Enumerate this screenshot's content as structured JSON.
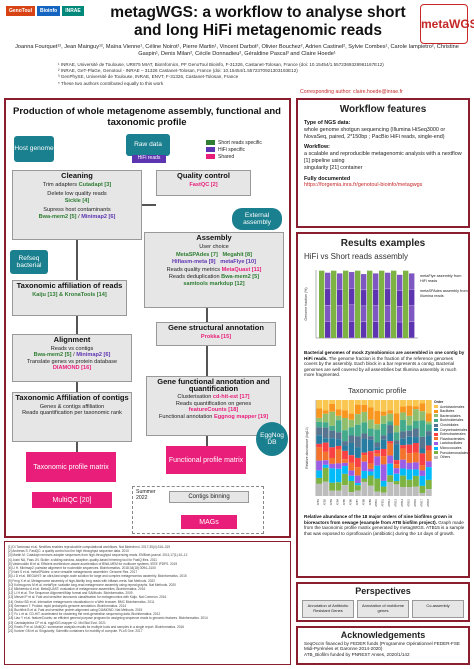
{
  "header": {
    "logos": [
      {
        "text": "GenoToul",
        "color": "#d84315"
      },
      {
        "text": "Bioinfo",
        "color": "#1565c0"
      },
      {
        "text": "INRAE",
        "color": "#00897b"
      }
    ],
    "title": "metagWGS: a workflow to analyse short and long HiFi metagenomic reads",
    "side_logo": "metaWGS",
    "authors": "Joanna Fourquet¹², Jean Mainguy¹², Maïna Vienne¹, Céline Noirot¹, Pierre Martin¹, Vincent Darbot², Olivier Bouchez², Adrien Castinel², Sylvie Combes¹, Carole Iampietro², Christine Gaspin¹, Denis Milan², Cécile Donnadieu², Géraldine Pascal³ and Claire Hoede¹",
    "affiliations": [
      "¹ INRAE, Université de Toulouse, UR875 MIAT, BioInfomics, PF GenoToul Bioinfo, F-31326, Castanet-Tolosan, France (doi: 10.15454/1.5572369328961167E12)",
      "² INRAE, GeT-PlaGe, Genotoul - INRAE – 31326 Castanet-Tolosan, France (doi: 10.15454/1.5572370921303193E12)",
      "³ GenPhySE, Université de Toulouse, INRAE, ENVT, F-31326, Castanet-Tolosan, France",
      "* These two authors contributed equally to this work"
    ],
    "corresponding": "Corresponding author: claire.hoede@inrae.fr"
  },
  "workflow_panel": {
    "title": "Production of whole metagenome assembly, functional and taxonomic profile",
    "legend": [
      {
        "label": "Short reads specific",
        "color": "#2e7d32"
      },
      {
        "label": "HiFi specific",
        "color": "#5e35b1"
      },
      {
        "label": "Shared",
        "color": "#e91e7a"
      }
    ],
    "callouts": {
      "host_genome": "Host genome",
      "raw_data": "Raw data",
      "hifi_reads": "HiFi reads",
      "refseq": "Refseq bacterial",
      "external_assembly": "External assembly",
      "eggnog": "EggNog DB"
    },
    "cleaning": {
      "title": "Cleaning",
      "l1": "Trim adapters",
      "l1_tool": "Cutadapt [3]",
      "l2": "Delete low quality reads",
      "l2_tool": "Sickle [4]",
      "l3": "Supress host contaminants",
      "l3_tool_a": "Bwa-mem2 [5]",
      "l3_sep": " / ",
      "l3_tool_b": "Minimap2 [6]"
    },
    "qc": {
      "title": "Quality control",
      "tool": "FastQC [2]"
    },
    "assembly": {
      "title": "Assembly",
      "choice": "User choice",
      "tool_a": "MetaSPAdes [7]",
      "tool_b": "Megahit [8]",
      "tool_c": "Hifiasm-meta [9]",
      "tool_d": "metaFlye [10]",
      "l2": "Reads quality metrics",
      "l2_tool": "MetaQuast [11]",
      "l3": "Reads deduplication",
      "l3_tool": "Bwa-mem2 [5]",
      "l4_tool": "samtools markdup [12]"
    },
    "taxo_reads": {
      "title": "Taxonomic affiliation of reads",
      "tool": "Kaiju [13] & KronaTools [14]"
    },
    "gene_struct": {
      "title": "Gene structural annotation",
      "tool": "Prokka [15]"
    },
    "alignment": {
      "title": "Alignment",
      "l1": "Reads vs contigs",
      "l1_tool_a": "Bwa-mem2 [5]",
      "l1_sep": " / ",
      "l1_tool_b": "Minimap2 [6]",
      "l2": "Translate genes vs protein database",
      "l2_tool": "DIAMOND [16]"
    },
    "gene_func": {
      "title": "Gene functional annotation and quantification",
      "l1": "Clusterisation",
      "l1_tool": "cd-hit-est [17]",
      "l2": "Reads quantification on genes",
      "l2_tool": "featureCounts [18]",
      "l3": "Functional annotation",
      "l3_tool": "Eggnog mapper [19]"
    },
    "taxo_contigs": {
      "title": "Taxonomic Affiliation of contigs",
      "l1": "Genes & contigs affiliation",
      "l2": "Reads quantification per taxonomic rank"
    },
    "taxo_matrix": "Taxonomic profile matrix",
    "func_matrix": "Functional profile matrix",
    "multiqc": "MultiQC [20]",
    "summer": "Summer 2022",
    "binning": "Contigs binning",
    "mags": "MAGs"
  },
  "features_panel": {
    "title": "Workflow features",
    "ngs_label": "Type of NGS data:",
    "ngs_text": "whole genome shotgun sequencing (Illumina HiSeq3000 or NovaSeq, paired, 2*150bp ; PacBio HiFi reads, single-end)",
    "workflow_label": "Workflow:",
    "workflow_lines": [
      "a scalable and reproducible metagenomic analysis with a nextflow [1] pipeline using",
      "singularity [21] container"
    ],
    "doc_label": "Fully documented",
    "doc_url": "https://forgemia.inra.fr/genotoul-bioinfo/metagwgs"
  },
  "results_panel": {
    "title": "Results examples",
    "chart1_title": "HiFi vs Short reads assembly",
    "chart1_legend": [
      "metaFlye assembly from HiFi reads",
      "metaSPAdes assembly from Illumina reads"
    ],
    "chart1_ylabel": "Genome fraction (%)",
    "caption1_bold": "Bacterial genomes of mock Zymobiomics are assembled in one contig by HiFi reads.",
    "caption1_rest": " The genome fraction is the fraction of the reference genomes covers by the assembly. Each block in a bar represents a contig. Bacterial genomes are well covered by all assemblies but Illumina assembly is much more fragmented.",
    "chart2_title": "Taxonomic profile",
    "chart2_ylabel": "Relative abundance (log10)",
    "chart2_legend_title": "Order",
    "chart2_orders": [
      "Acetobacterales",
      "Bacillales",
      "Bacteroidales",
      "Burkholderiales",
      "Clostridiales",
      "Corynebacteriales",
      "Enterobacterales",
      "Flavobacteriales",
      "Lactobacillales",
      "Micrococcales",
      "Pseudomonadales",
      "Others"
    ],
    "chart2_colors": [
      "#f9c74f",
      "#f8961e",
      "#90be6d",
      "#43aa8b",
      "#577590",
      "#277da1",
      "#f94144",
      "#f3722c",
      "#9b5de5",
      "#00bbf9",
      "#7cb342",
      "#bdbdbd"
    ],
    "caption2_bold": "Relative abundance of the 18 major orders of nine biofilms grown in bioreactors from sewage (example from ATB biofilm project).",
    "caption2_rest": " Graph made from the taxonomic profile matrix generated by metagWGS. ATB15 is a sample that was exposed to ciprofloxacin (antibiotic) during the 14 days of growth."
  },
  "perspectives_panel": {
    "title": "Perspectives",
    "items": [
      "Annotation of Antibiotic Resistant Genes",
      "Annotation of mobilome genes",
      "Co-assembly"
    ]
  },
  "ack_panel": {
    "title": "Acknowledgements",
    "lines": [
      "SeqOccIn financed by FEDER funds (Programme Opérationnel FEDER-FSE Midi-Pyrénées et Garonne 2014-2020)",
      "ATB_Biofilm funded by PNREST Anses, 2020/1/142"
    ]
  },
  "references": [
    "[1] Di Tommaso et al. Nextflow enables reproducible computational workflows. Nat Biotechnol. 2017;35(4):316–319",
    "[2] Andrews S. FastQC: a quality control tool for high throughput sequence data. 2010",
    "[3] Martin M. Cutadapt removes adapter sequences from high-throughput sequencing reads. EMBnet.journal. 2011;17(1):10–12",
    "[4] Joshi NA, Fass JN. Sickle: a sliding-window, adaptive, quality-based trimming tool for FastQ files. 2011",
    "[5] Vasimuddin M et al. Efficient architecture-aware acceleration of BWA-MEM for multicore systems. IEEE IPDPS. 2019",
    "[6] Li H. Minimap2: pairwise alignment for nucleotide sequences. Bioinformatics. 2018;34(18):3094–3100",
    "[7] Nurk S et al. metaSPAdes: a new versatile metagenomic assembler. Genome Res. 2017",
    "[8] Li D et al. MEGAHIT: an ultra-fast single-node solution for large and complex metagenomics assembly. Bioinformatics. 2015",
    "[9] Feng X et al. Metagenome assembly of high-fidelity long reads with hifiasm-meta. Nat Methods. 2022",
    "[10] Kolmogorov M et al. metaFlye: scalable long-read metagenome assembly using repeat graphs. Nat Methods. 2020",
    "[11] Mikheenko A et al. MetaQUAST: evaluation of metagenome assemblies. Bioinformatics. 2016",
    "[12] Li H et al. The Sequence Alignment/Map format and SAMtools. Bioinformatics. 2009",
    "[13] Menzel P et al. Fast and sensitive taxonomic classification for metagenomics with Kaiju. Nat Commun. 2016",
    "[14] Ondov BD et al. Interactive metagenomic visualization in a Web browser. BMC Bioinformatics. 2011",
    "[15] Seemann T. Prokka: rapid prokaryotic genome annotation. Bioinformatics. 2014",
    "[16] Buchfink B et al. Fast and sensitive protein alignment using DIAMOND. Nat Methods. 2015",
    "[17] Fu L et al. CD-HIT: accelerated for clustering the next-generation sequencing data. Bioinformatics. 2012",
    "[18] Liao Y et al. featureCounts: an efficient general purpose program for assigning sequence reads to genomic features. Bioinformatics. 2014",
    "[19] Cantalapiedra CP et al. eggNOG-mapper v2. Mol Biol Evol. 2021",
    "[20] Ewels P et al. MultiQC: summarize analysis results for multiple tools and samples in a single report. Bioinformatics. 2016",
    "[21] Kurtzer GM et al. Singularity: Scientific containers for mobility of compute. PLoS One. 2017"
  ],
  "chart_data": [
    {
      "type": "bar",
      "title": "HiFi vs Short reads assembly",
      "ylabel": "Genome fraction (%)",
      "ylim": [
        0,
        100
      ],
      "series": [
        {
          "name": "metaFlye assembly from HiFi reads",
          "values": [
            99,
            99,
            99,
            99,
            99,
            99,
            99,
            99
          ]
        },
        {
          "name": "metaSPAdes assembly from Illumina reads",
          "values": [
            96,
            95,
            97,
            94,
            95,
            96,
            93,
            95
          ]
        }
      ]
    },
    {
      "type": "bar",
      "title": "Taxonomic profile",
      "ylabel": "Relative abundance (log10)",
      "ylim": [
        0,
        1
      ],
      "categories": [
        "ATB1",
        "ATB2",
        "ATB3",
        "ATB4",
        "ATB5",
        "ATB6",
        "ATB7",
        "ATB8",
        "ATB9",
        "ATB10",
        "ATB11",
        "ATB12",
        "ATB13",
        "ATB14",
        "ATB15",
        "ATB16",
        "ATB17",
        "ATB18"
      ]
    }
  ]
}
